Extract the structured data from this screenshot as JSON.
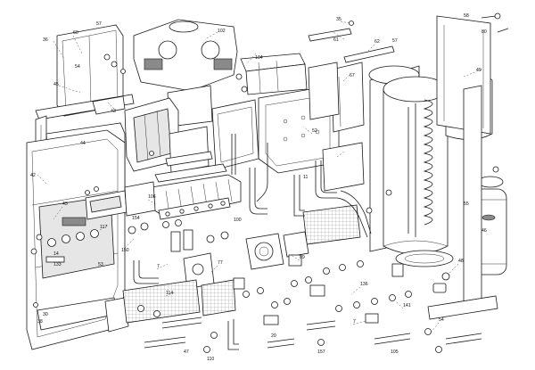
{
  "diagram": {
    "labels": [
      "60",
      "36",
      "57",
      "102",
      "104",
      "35",
      "58",
      "80",
      "54",
      "45",
      "44",
      "42",
      "30",
      "43",
      "49",
      "67",
      "61",
      "62",
      "57",
      "150",
      "14",
      "43",
      "53",
      "133",
      "55",
      "46",
      "38",
      "52",
      "11",
      "77",
      "7",
      "89",
      "136",
      "48",
      "114",
      "141",
      "7",
      "20",
      "54",
      "157",
      "105",
      "110",
      "47",
      "106",
      "117",
      "154",
      "100"
    ]
  }
}
